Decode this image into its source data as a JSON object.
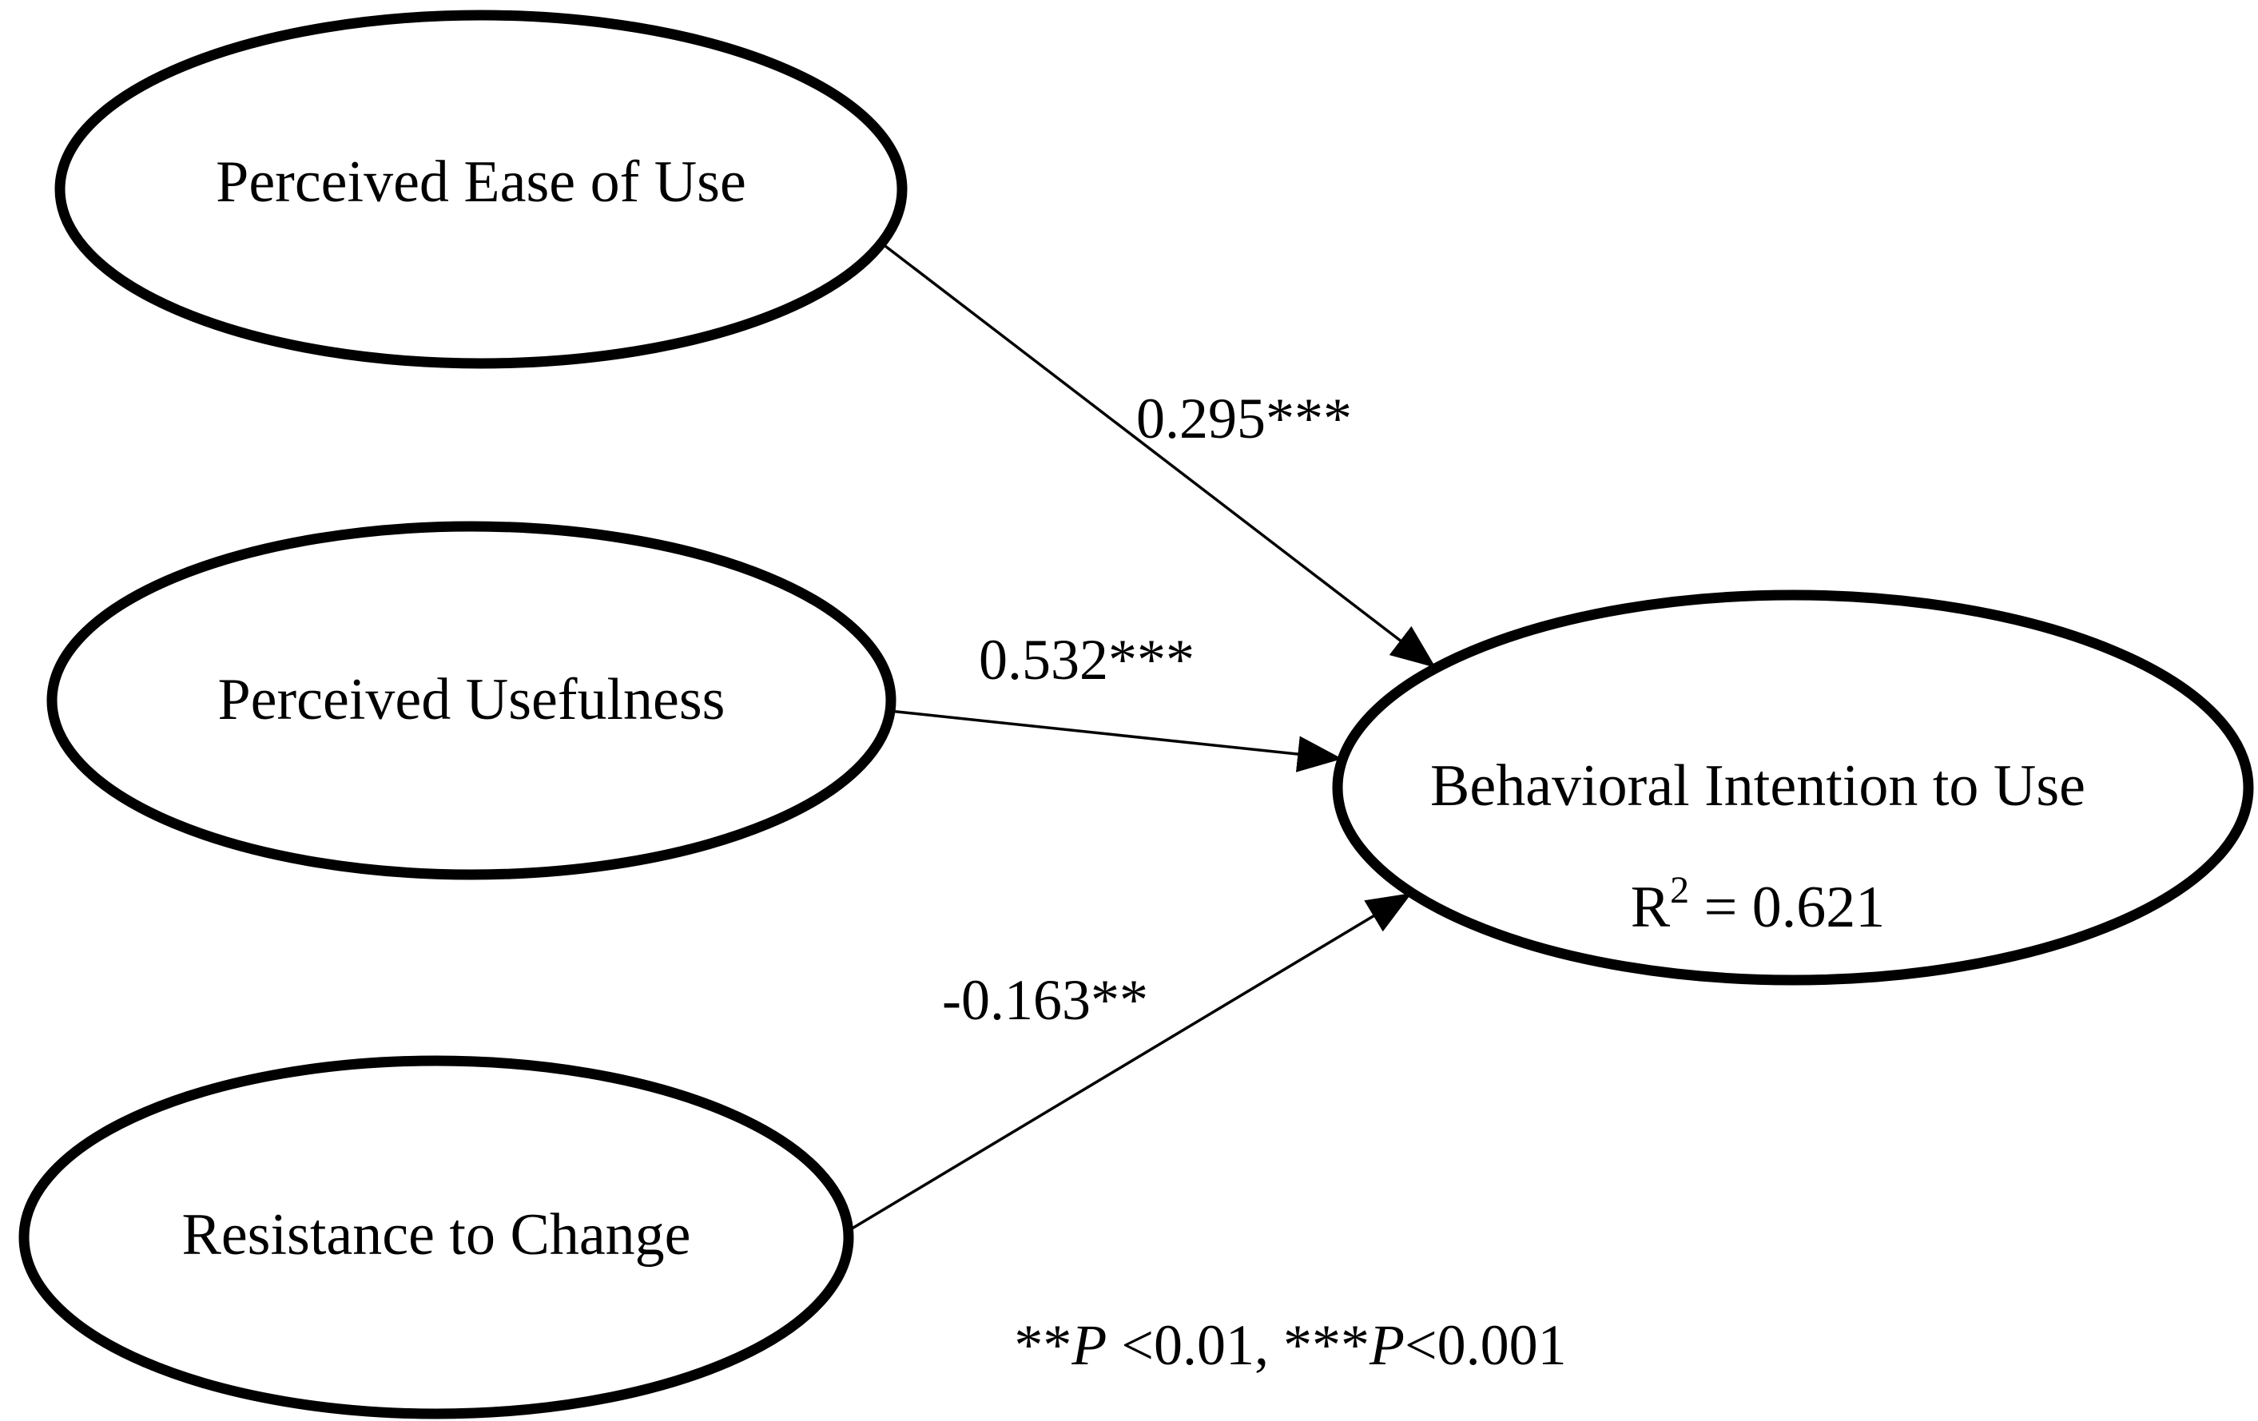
{
  "model": {
    "type": "path-diagram",
    "nodes": [
      {
        "id": "peou",
        "label": "Perceived Ease of Use"
      },
      {
        "id": "pu",
        "label": "Perceived Usefulness"
      },
      {
        "id": "rc",
        "label": "Resistance to Change"
      },
      {
        "id": "biu",
        "label": "Behavioral Intention to Use",
        "r2": {
          "base": "R",
          "sup": "2",
          "rest": " = 0.621",
          "value": 0.621
        }
      }
    ],
    "paths": [
      {
        "from": "Perceived Ease of Use",
        "to": "Behavioral Intention to Use",
        "label": "0.295***",
        "value": 0.295
      },
      {
        "from": "Perceived Usefulness",
        "to": "Behavioral Intention to Use",
        "label": "0.532***",
        "value": 0.532
      },
      {
        "from": "Resistance to Change",
        "to": "Behavioral Intention to Use",
        "label": "-0.163**",
        "value": -0.163
      }
    ],
    "footnote": {
      "full": "**P <0.01, ***P<0.001",
      "parts": {
        "stars2": "**",
        "p_first": "P",
        "seg_first": " <0.01, ",
        "stars3": "***",
        "p_second": "P",
        "seg_second": "<0.001"
      }
    },
    "colors": {
      "ink": "#000000",
      "background": "#ffffff"
    }
  }
}
